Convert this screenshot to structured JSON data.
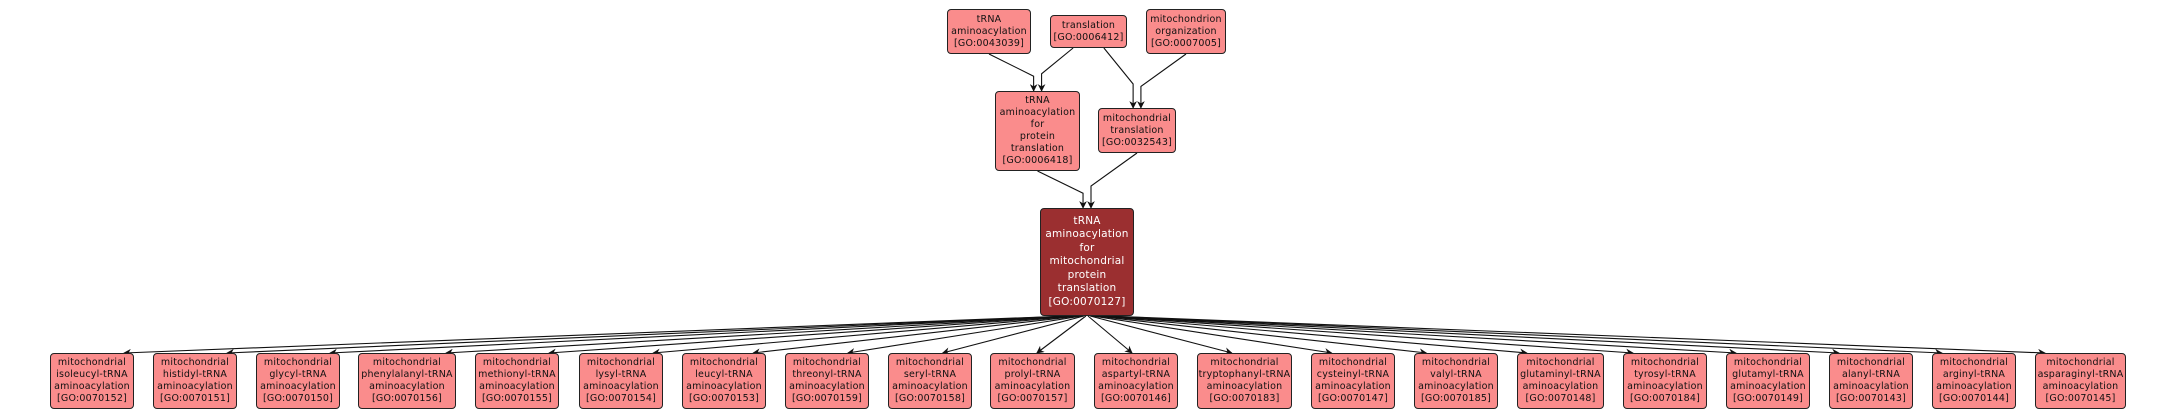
{
  "colors": {
    "term": "#fa8c8c",
    "focus_term": "#9b2f30",
    "edge": "#111111"
  },
  "nodes": {
    "n_0043039": {
      "lines": [
        "tRNA",
        "aminoacylation",
        "[GO:0043039]"
      ]
    },
    "n_0006412": {
      "lines": [
        "translation",
        "[GO:0006412]"
      ]
    },
    "n_0007005": {
      "lines": [
        "mitochondrion",
        "organization",
        "[GO:0007005]"
      ]
    },
    "n_0006418": {
      "lines": [
        "tRNA",
        "aminoacylation",
        "for",
        "protein",
        "translation",
        "[GO:0006418]"
      ]
    },
    "n_0032543": {
      "lines": [
        "mitochondrial",
        "translation",
        "[GO:0032543]"
      ]
    },
    "n_0070127": {
      "lines": [
        "tRNA",
        "aminoacylation",
        "for",
        "mitochondrial",
        "protein",
        "translation",
        "[GO:0070127]"
      ]
    },
    "n_0070152": {
      "lines": [
        "mitochondrial",
        "isoleucyl-tRNA",
        "aminoacylation",
        "[GO:0070152]"
      ]
    },
    "n_0070151": {
      "lines": [
        "mitochondrial",
        "histidyl-tRNA",
        "aminoacylation",
        "[GO:0070151]"
      ]
    },
    "n_0070150": {
      "lines": [
        "mitochondrial",
        "glycyl-tRNA",
        "aminoacylation",
        "[GO:0070150]"
      ]
    },
    "n_0070156": {
      "lines": [
        "mitochondrial",
        "phenylalanyl-tRNA",
        "aminoacylation",
        "[GO:0070156]"
      ]
    },
    "n_0070155": {
      "lines": [
        "mitochondrial",
        "methionyl-tRNA",
        "aminoacylation",
        "[GO:0070155]"
      ]
    },
    "n_0070154": {
      "lines": [
        "mitochondrial",
        "lysyl-tRNA",
        "aminoacylation",
        "[GO:0070154]"
      ]
    },
    "n_0070153": {
      "lines": [
        "mitochondrial",
        "leucyl-tRNA",
        "aminoacylation",
        "[GO:0070153]"
      ]
    },
    "n_0070159": {
      "lines": [
        "mitochondrial",
        "threonyl-tRNA",
        "aminoacylation",
        "[GO:0070159]"
      ]
    },
    "n_0070158": {
      "lines": [
        "mitochondrial",
        "seryl-tRNA",
        "aminoacylation",
        "[GO:0070158]"
      ]
    },
    "n_0070157": {
      "lines": [
        "mitochondrial",
        "prolyl-tRNA",
        "aminoacylation",
        "[GO:0070157]"
      ]
    },
    "n_0070146": {
      "lines": [
        "mitochondrial",
        "aspartyl-tRNA",
        "aminoacylation",
        "[GO:0070146]"
      ]
    },
    "n_0070183": {
      "lines": [
        "mitochondrial",
        "tryptophanyl-tRNA",
        "aminoacylation",
        "[GO:0070183]"
      ]
    },
    "n_0070147": {
      "lines": [
        "mitochondrial",
        "cysteinyl-tRNA",
        "aminoacylation",
        "[GO:0070147]"
      ]
    },
    "n_0070185": {
      "lines": [
        "mitochondrial",
        "valyl-tRNA",
        "aminoacylation",
        "[GO:0070185]"
      ]
    },
    "n_0070148": {
      "lines": [
        "mitochondrial",
        "glutaminyl-tRNA",
        "aminoacylation",
        "[GO:0070148]"
      ]
    },
    "n_0070184": {
      "lines": [
        "mitochondrial",
        "tyrosyl-tRNA",
        "aminoacylation",
        "[GO:0070184]"
      ]
    },
    "n_0070149": {
      "lines": [
        "mitochondrial",
        "glutamyl-tRNA",
        "aminoacylation",
        "[GO:0070149]"
      ]
    },
    "n_0070143": {
      "lines": [
        "mitochondrial",
        "alanyl-tRNA",
        "aminoacylation",
        "[GO:0070143]"
      ]
    },
    "n_0070144": {
      "lines": [
        "mitochondrial",
        "arginyl-tRNA",
        "aminoacylation",
        "[GO:0070144]"
      ]
    },
    "n_0070145": {
      "lines": [
        "mitochondrial",
        "asparaginyl-tRNA",
        "aminoacylation",
        "[GO:0070145]"
      ]
    }
  },
  "edges": [
    [
      "n_0043039",
      "n_0006418"
    ],
    [
      "n_0006412",
      "n_0006418"
    ],
    [
      "n_0006412",
      "n_0032543"
    ],
    [
      "n_0007005",
      "n_0032543"
    ],
    [
      "n_0006418",
      "n_0070127"
    ],
    [
      "n_0032543",
      "n_0070127"
    ],
    [
      "n_0070127",
      "n_0070152"
    ],
    [
      "n_0070127",
      "n_0070151"
    ],
    [
      "n_0070127",
      "n_0070150"
    ],
    [
      "n_0070127",
      "n_0070156"
    ],
    [
      "n_0070127",
      "n_0070155"
    ],
    [
      "n_0070127",
      "n_0070154"
    ],
    [
      "n_0070127",
      "n_0070153"
    ],
    [
      "n_0070127",
      "n_0070159"
    ],
    [
      "n_0070127",
      "n_0070158"
    ],
    [
      "n_0070127",
      "n_0070157"
    ],
    [
      "n_0070127",
      "n_0070146"
    ],
    [
      "n_0070127",
      "n_0070183"
    ],
    [
      "n_0070127",
      "n_0070147"
    ],
    [
      "n_0070127",
      "n_0070185"
    ],
    [
      "n_0070127",
      "n_0070148"
    ],
    [
      "n_0070127",
      "n_0070184"
    ],
    [
      "n_0070127",
      "n_0070149"
    ],
    [
      "n_0070127",
      "n_0070143"
    ],
    [
      "n_0070127",
      "n_0070144"
    ],
    [
      "n_0070127",
      "n_0070145"
    ]
  ]
}
